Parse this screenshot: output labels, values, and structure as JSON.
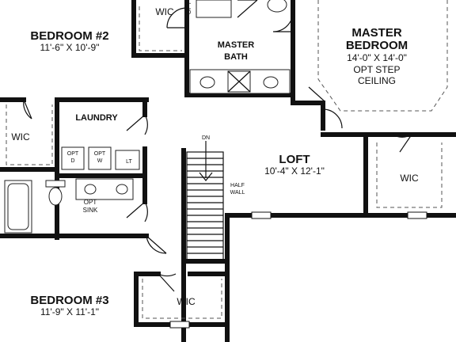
{
  "rooms": {
    "bedroom2": {
      "name": "BEDROOM #2",
      "dims": "11'-6\" X 10'-9\""
    },
    "bedroom3": {
      "name": "BEDROOM #3",
      "dims": "11'-9\" X 11'-1\""
    },
    "master_bedroom": {
      "name_line1": "MASTER",
      "name_line2": "BEDROOM",
      "dims": "14'-0\" X 14'-0\"",
      "note_line1": "OPT STEP",
      "note_line2": "CEILING"
    },
    "master_bath": {
      "name_line1": "MASTER",
      "name_line2": "BATH"
    },
    "loft": {
      "name": "LOFT",
      "dims": "10'-4\" X 12'-1\""
    },
    "laundry": {
      "name": "LAUNDRY"
    }
  },
  "labels": {
    "wic_top": "WIC",
    "wic_left": "WIC",
    "wic_right": "WIC",
    "wic_bottom": "WIC",
    "opt_top": "OPT",
    "opt_d_1": "OPT",
    "opt_d_2": "D",
    "opt_w_1": "OPT",
    "opt_w_2": "W",
    "lt": "LT",
    "opt_sink_1": "OPT",
    "opt_sink_2": "SINK",
    "dn": "DN",
    "half_wall_1": "HALF",
    "half_wall_2": "WALL"
  }
}
